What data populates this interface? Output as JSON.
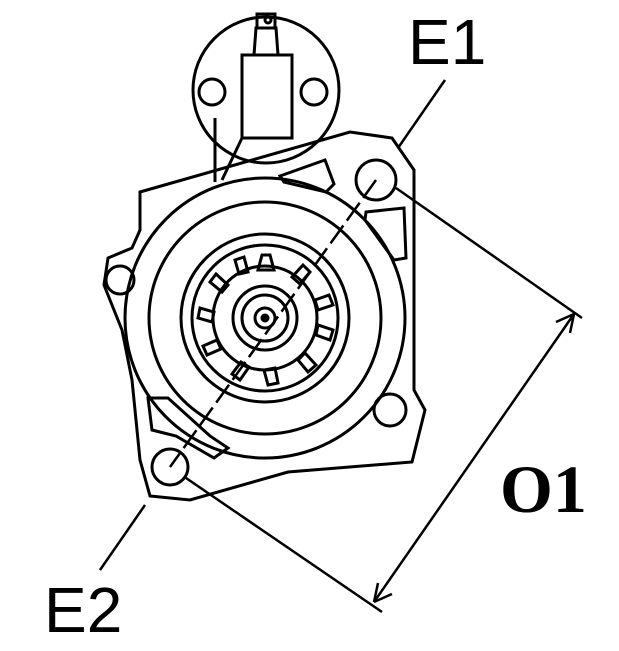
{
  "diagram": {
    "subject": "starter motor front view",
    "labels": {
      "e1": "E1",
      "e2": "E2",
      "o1": "O1"
    },
    "line_color": "#000000",
    "background": "#ffffff"
  }
}
